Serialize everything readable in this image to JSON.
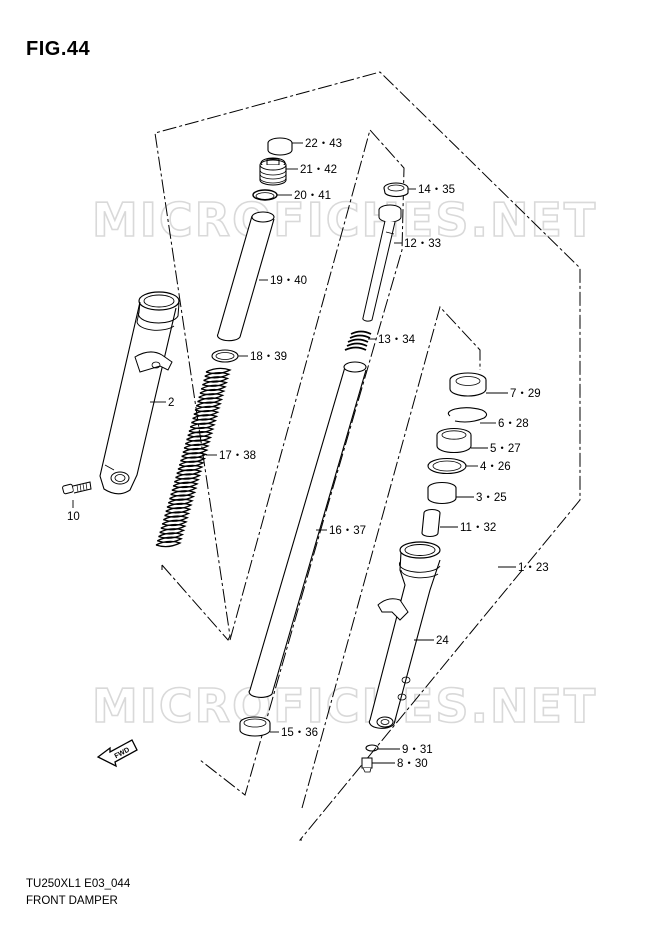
{
  "figure": {
    "title": "FIG.44",
    "code": "TU250XL1 E03_044",
    "name": "FRONT DAMPER",
    "watermark": "MICROFICHES.NET",
    "fwd_label": "FWD"
  },
  "callouts": [
    {
      "id": "c22",
      "label": "22・43"
    },
    {
      "id": "c21",
      "label": "21・42"
    },
    {
      "id": "c20",
      "label": "20・41"
    },
    {
      "id": "c19",
      "label": "19・40"
    },
    {
      "id": "c18",
      "label": "18・39"
    },
    {
      "id": "c17",
      "label": "17・38"
    },
    {
      "id": "c2",
      "label": "2"
    },
    {
      "id": "c10",
      "label": "10"
    },
    {
      "id": "c14",
      "label": "14・35"
    },
    {
      "id": "c12",
      "label": "12・33"
    },
    {
      "id": "c13",
      "label": "13・34"
    },
    {
      "id": "c16",
      "label": "16・37"
    },
    {
      "id": "c15",
      "label": "15・36"
    },
    {
      "id": "c7",
      "label": "7・29"
    },
    {
      "id": "c6",
      "label": "6・28"
    },
    {
      "id": "c5",
      "label": "5・27"
    },
    {
      "id": "c4",
      "label": "4・26"
    },
    {
      "id": "c3",
      "label": "3・25"
    },
    {
      "id": "c11",
      "label": "11・32"
    },
    {
      "id": "c1",
      "label": "1・23"
    },
    {
      "id": "c24",
      "label": "24"
    },
    {
      "id": "c9",
      "label": "9・31"
    },
    {
      "id": "c8",
      "label": "8・30"
    }
  ],
  "colors": {
    "line": "#000000",
    "watermark": "#d9d9d9",
    "background": "#ffffff"
  }
}
